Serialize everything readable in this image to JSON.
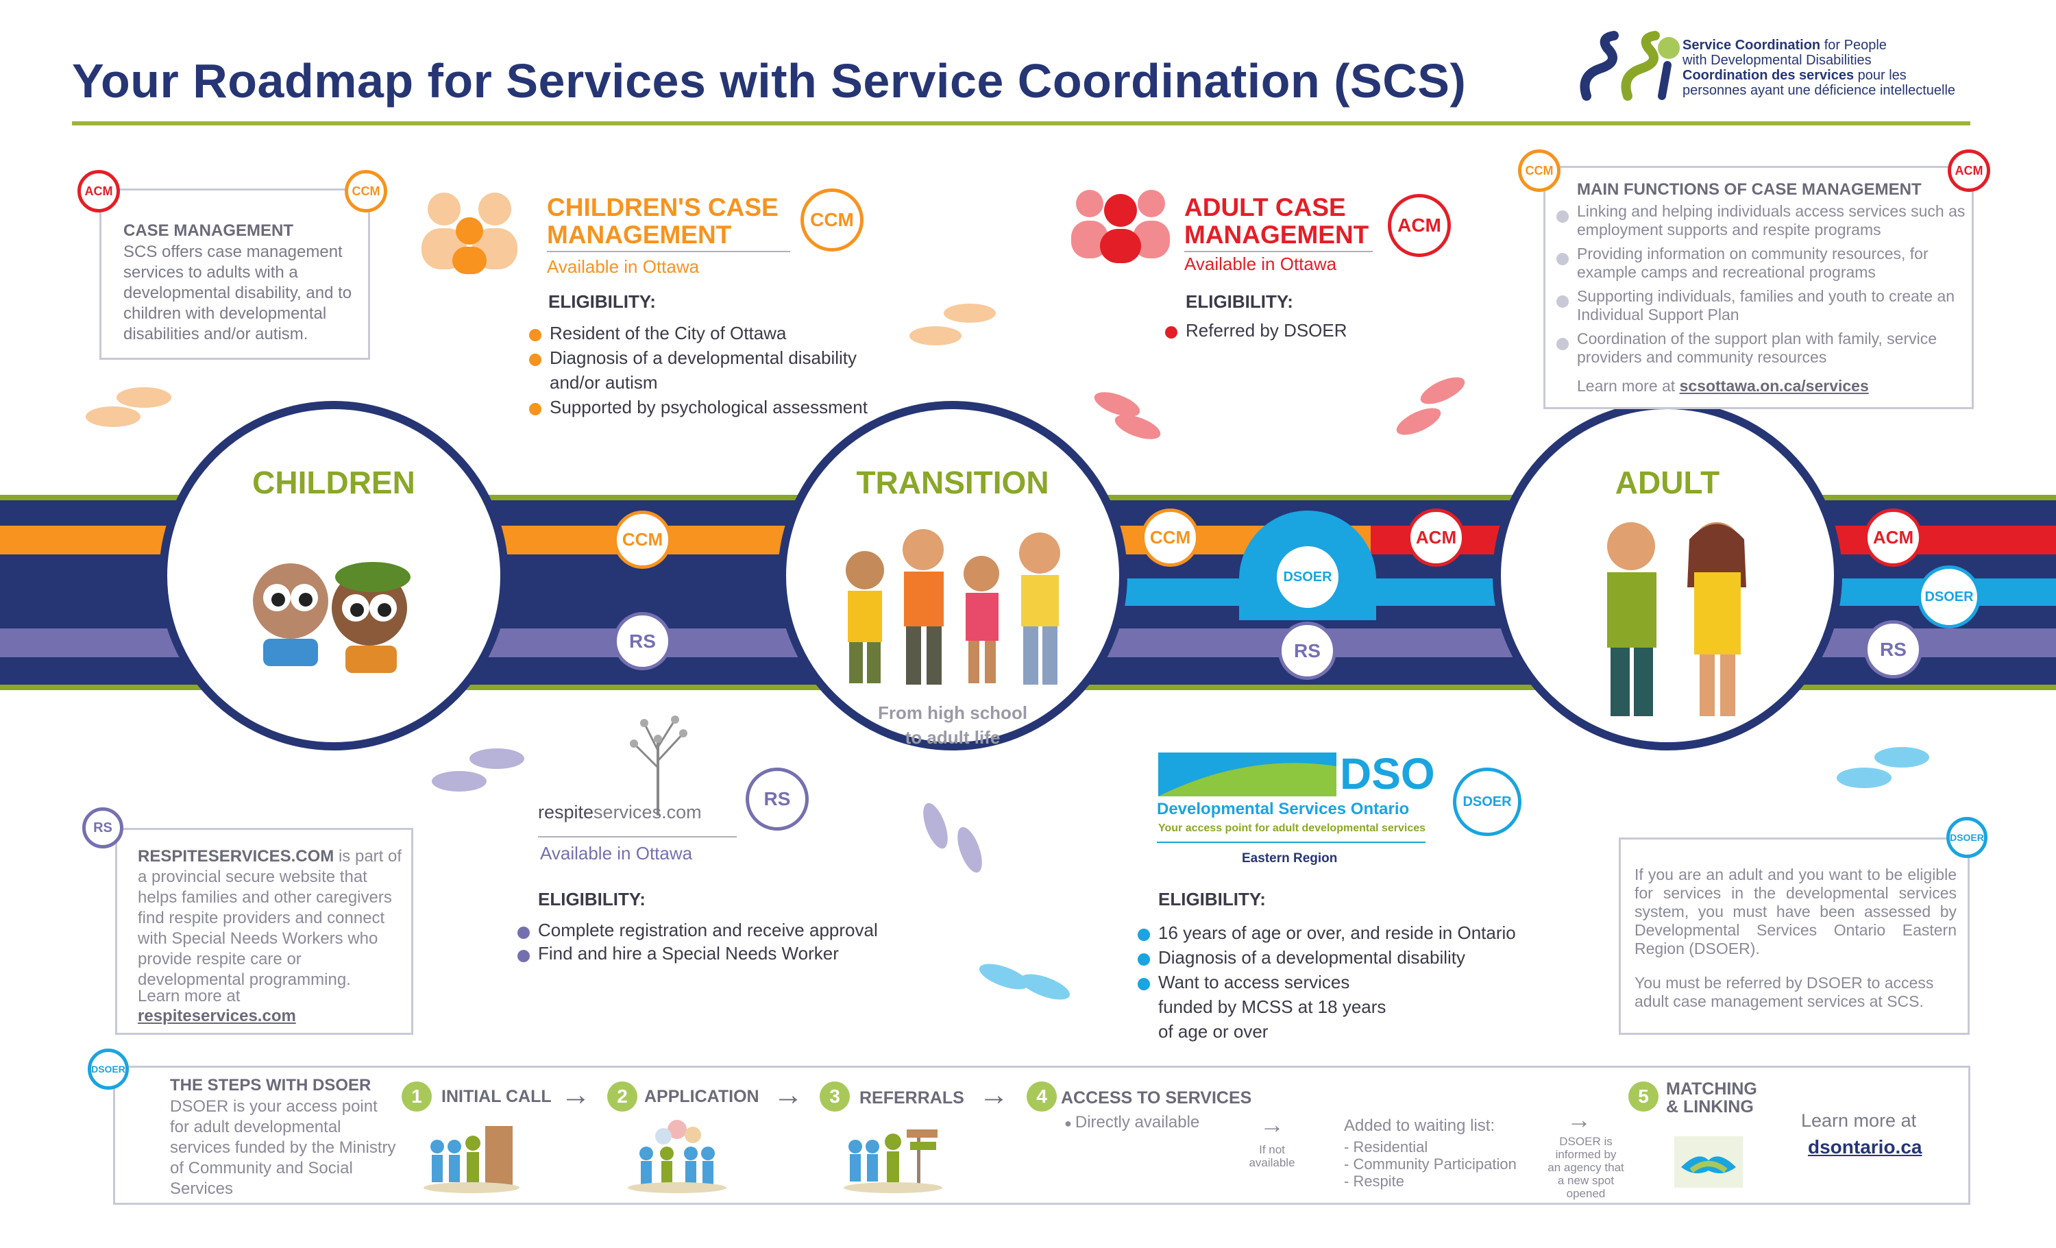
{
  "header": {
    "title": "Your Roadmap for Services with Service Coordination (SCS)",
    "logo_en_bold": "Service Coordination",
    "logo_en_rest": " for People",
    "logo_en_line2": "with Developmental Disabilities",
    "logo_fr_bold": "Coordination des services",
    "logo_fr_rest": " pour les",
    "logo_fr_line2": "personnes ayant une déficience intellectuelle"
  },
  "badges": {
    "acm": "ACM",
    "ccm": "CCM",
    "rs": "RS",
    "dsoer": "DSOER"
  },
  "case_management": {
    "heading": "CASE MANAGEMENT",
    "body": "SCS offers case management services to adults with a developmental disability, and to children with developmental disabilities and/or autism."
  },
  "childrens_cm": {
    "title_line1": "CHILDREN'S CASE",
    "title_line2": "MANAGEMENT",
    "available": "Available in Ottawa",
    "eligibility_label": "ELIGIBILITY:",
    "items": [
      "Resident of the City of Ottawa",
      "Diagnosis of a developmental disability and/or autism",
      "Supported by psychological assessment"
    ]
  },
  "adult_cm": {
    "title_line1": "ADULT CASE",
    "title_line2": "MANAGEMENT",
    "available": "Available in Ottawa",
    "eligibility_label": "ELIGIBILITY:",
    "items": [
      "Referred by DSOER"
    ]
  },
  "main_functions": {
    "heading": "MAIN FUNCTIONS OF CASE MANAGEMENT",
    "items": [
      "Linking and helping individuals access services such as employment supports and respite programs",
      "Providing information on community resources, for example camps and recreational programs",
      "Supporting individuals, families and youth to create an Individual Support Plan",
      "Coordination of the support plan with family, service providers and community resources"
    ],
    "learn_more_prefix": "Learn more at ",
    "learn_more_link": "scsottawa.on.ca/services"
  },
  "stages": {
    "children": "CHILDREN",
    "transition": "TRANSITION",
    "transition_sub_line1": "From high school",
    "transition_sub_line2": "to adult life",
    "adult": "ADULT"
  },
  "respite_box": {
    "heading": "RESPITESERVICES.COM",
    "body": " is part of a provincial secure website that helps families and other caregivers find respite providers and connect with Special Needs Workers who provide respite care or developmental programming.",
    "learn_more": "Learn more at",
    "link": "respiteservices.com"
  },
  "respite": {
    "logo_bold": "respite",
    "logo_rest": "services.com",
    "available": "Available in Ottawa",
    "eligibility_label": "ELIGIBILITY:",
    "items": [
      "Complete registration and receive approval",
      "Find and hire a Special Needs Worker"
    ]
  },
  "dso": {
    "logo_big": "DSO",
    "logo_name": "Developmental Services Ontario",
    "logo_tag": "Your access point for adult developmental services",
    "region": "Eastern Region",
    "eligibility_label": "ELIGIBILITY:",
    "items": [
      "16 years of age or over, and reside in Ontario",
      "Diagnosis of a developmental disability",
      "Want to access services funded by MCSS at 18 years of age or over"
    ]
  },
  "dsoer_box": {
    "para1": "If you are an adult and you want to be eligible for services in the developmental services system, you must have been assessed by Developmental Services Ontario Eastern Region (DSOER).",
    "para2": "You must be referred by DSOER to access adult case management services at SCS."
  },
  "steps": {
    "heading": "THE STEPS WITH DSOER",
    "intro": "DSOER is your access point for adult developmental services funded by the Ministry of Community and Social Services",
    "items": [
      {
        "num": "1",
        "label": "INITIAL CALL"
      },
      {
        "num": "2",
        "label": "APPLICATION"
      },
      {
        "num": "3",
        "label": "REFERRALS"
      },
      {
        "num": "4",
        "label": "ACCESS TO SERVICES"
      },
      {
        "num": "5",
        "label": "MATCHING & LINKING"
      }
    ],
    "directly": "Directly available",
    "if_not_line1": "If not",
    "if_not_line2": "available",
    "waiting_title": "Added to waiting list:",
    "waiting_items": [
      "- Residential",
      "- Community Participation",
      "- Respite"
    ],
    "informed": "DSOER is informed by an agency that a new spot opened",
    "learn_more": "Learn more at",
    "link": "dsontario.ca"
  },
  "colors": {
    "navy": "#263574",
    "green": "#8aa728",
    "orange": "#f7931e",
    "red": "#e41e26",
    "purple": "#7470b0",
    "cyan": "#1aa4e0"
  }
}
